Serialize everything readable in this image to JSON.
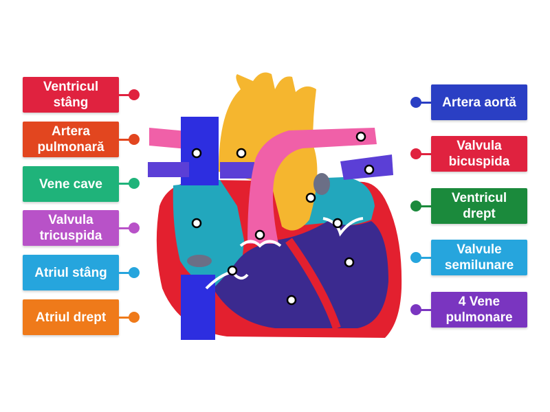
{
  "left_labels": [
    {
      "text": "Ventricul stâng",
      "color": "#e0223f"
    },
    {
      "text": "Artera pulmonară",
      "color": "#e2461f"
    },
    {
      "text": "Vene cave",
      "color": "#1fb37a"
    },
    {
      "text": "Valvula tricuspida",
      "color": "#b852c8"
    },
    {
      "text": "Atriul stâng",
      "color": "#26a5dd"
    },
    {
      "text": "Atriul drept",
      "color": "#ef7a1a"
    }
  ],
  "right_labels": [
    {
      "text": "Artera aortă",
      "color": "#2a3fc4"
    },
    {
      "text": "Valvula bicuspida",
      "color": "#e0223f"
    },
    {
      "text": "Ventricul drept",
      "color": "#1b8a3c"
    },
    {
      "text": "Valvule semilunare",
      "color": "#26a5dd"
    },
    {
      "text": "4 Vene pulmonare",
      "color": "#7a35c0"
    }
  ],
  "heart_colors": {
    "aorta": "#f5b62f",
    "vena_cava": "#2d2ee0",
    "pulmonary_artery": "#f060a8",
    "atrium": "#22a7bd",
    "ventricle": "#3b2a8f",
    "wall": "#e3202f",
    "pulmonary_veins": "#5b3fd6"
  },
  "markers_count_note": ""
}
